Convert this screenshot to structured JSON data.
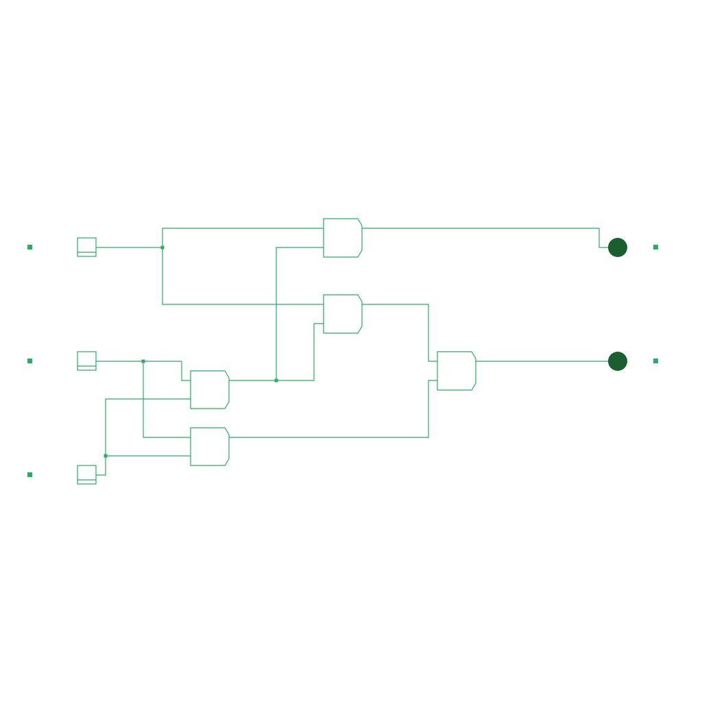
{
  "diagram": {
    "type": "logic-circuit",
    "colors": {
      "wire": "#27ae60",
      "gate_outline": "#27ae60",
      "junction": "#27ae60",
      "terminal": "#27ae60",
      "output_led": "#1b5e30",
      "background": "#ffffff"
    },
    "inputs": [
      {
        "id": "in-a"
      },
      {
        "id": "in-b"
      },
      {
        "id": "in-c"
      }
    ],
    "gates": [
      {
        "id": "gate-1"
      },
      {
        "id": "gate-2"
      },
      {
        "id": "gate-3"
      },
      {
        "id": "gate-4"
      },
      {
        "id": "gate-5"
      }
    ],
    "outputs": [
      {
        "id": "out-1"
      },
      {
        "id": "out-2"
      }
    ]
  }
}
